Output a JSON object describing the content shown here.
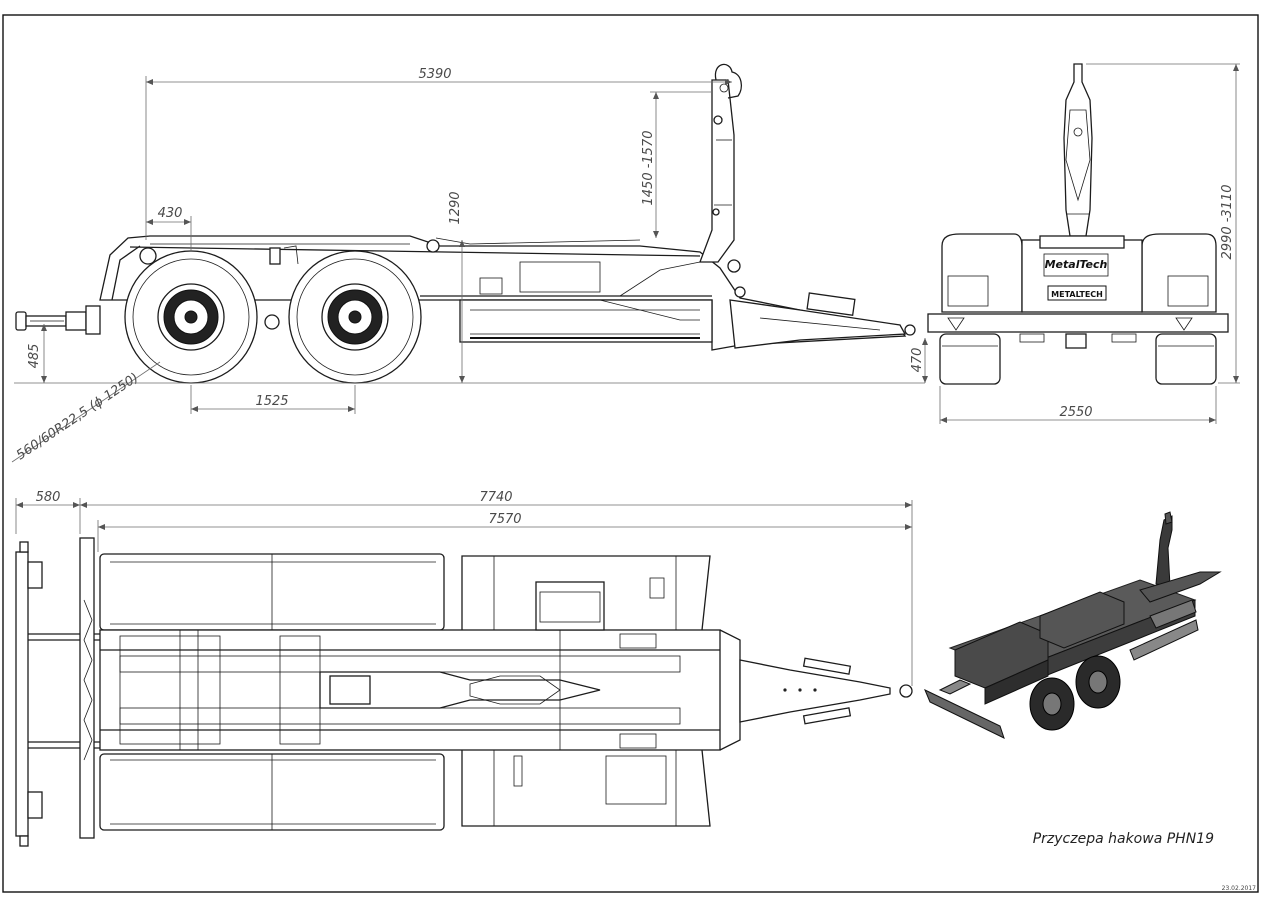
{
  "title": "Przyczepa hakowa PHN19",
  "date": "23.02.2017",
  "side_view": {
    "dim_overall": "5390",
    "dim_hook_range": "1450 -1570",
    "dim_frame_height": "1290",
    "dim_front_overhang": "430",
    "dim_drawbar_height": "485",
    "dim_wheelbase": "1525",
    "dim_rear_height": "470",
    "tire": "560/60R22,5 (ϕ 1250)"
  },
  "rear_view": {
    "dim_height": "2990 -3110",
    "dim_width": "2550",
    "logo_upper": "MetalTech",
    "logo_lower": "METALTECH"
  },
  "top_view": {
    "dim_rear_bar": "580",
    "dim_total": "7740",
    "dim_body": "7570"
  }
}
